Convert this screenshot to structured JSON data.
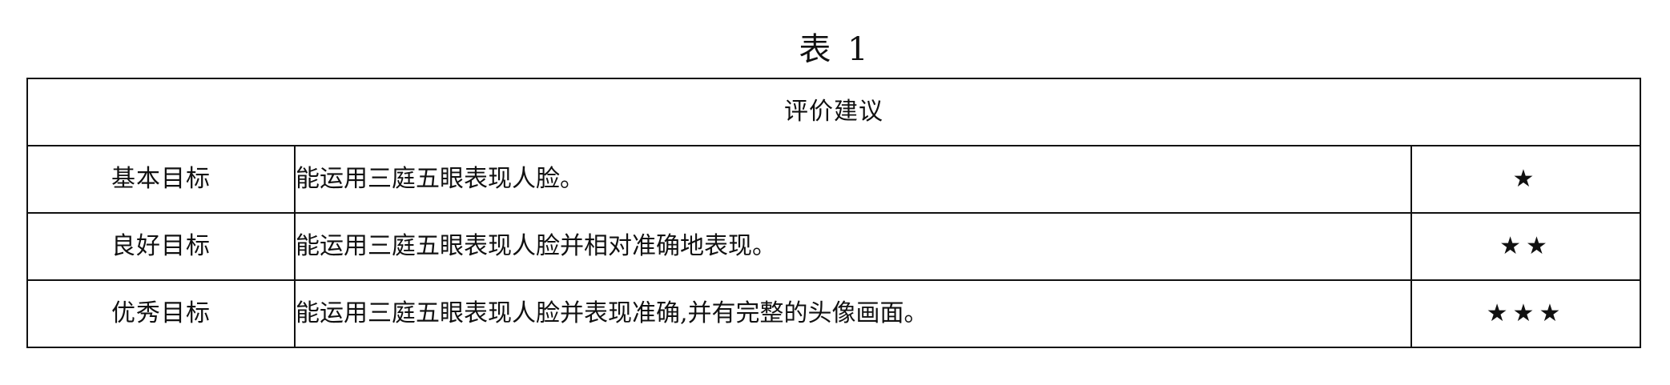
{
  "caption": "表 1",
  "table": {
    "header": "评价建议",
    "rows": [
      {
        "level": "基本目标",
        "description": "能运用三庭五眼表现人脸。",
        "stars": "★"
      },
      {
        "level": "良好目标",
        "description": "能运用三庭五眼表现人脸并相对准确地表现。",
        "stars": "★★"
      },
      {
        "level": "优秀目标",
        "description": "能运用三庭五眼表现人脸并表现准确,并有完整的头像画面。",
        "stars": "★★★"
      }
    ]
  }
}
